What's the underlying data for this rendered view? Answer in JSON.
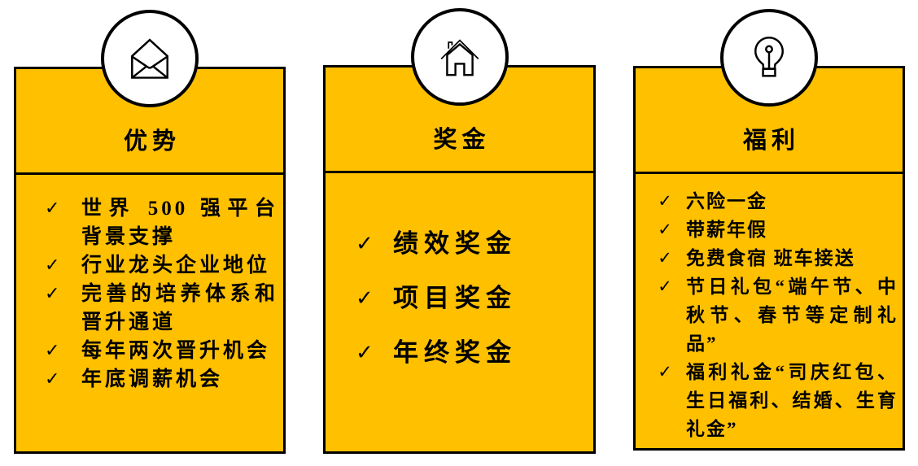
{
  "colors": {
    "card_bg": "#FFC000",
    "border": "#000000",
    "circle_bg": "#FFFFFF",
    "text": "#000000",
    "page_bg": "#FFFFFF"
  },
  "checkmark": "✓",
  "cards": [
    {
      "id": "advantages",
      "icon": "open-envelope-icon",
      "title": "优势",
      "items": [
        "世界 500 强平台背景支撑",
        "行业龙头企业地位",
        "完善的培养体系和晋升通道",
        "每年两次晋升机会",
        "年底调薪机会"
      ]
    },
    {
      "id": "bonus",
      "icon": "house-icon",
      "title": "奖金",
      "items": [
        "绩效奖金",
        "项目奖金",
        "年终奖金"
      ]
    },
    {
      "id": "welfare",
      "icon": "lightbulb-icon",
      "title": "福利",
      "items": [
        "六险一金",
        "带薪年假",
        "免费食宿 班车接送",
        "节日礼包“端午节、中秋节、春节等定制礼品”",
        "福利礼金“司庆红包、生日福利、结婚、生育礼金”"
      ]
    }
  ]
}
